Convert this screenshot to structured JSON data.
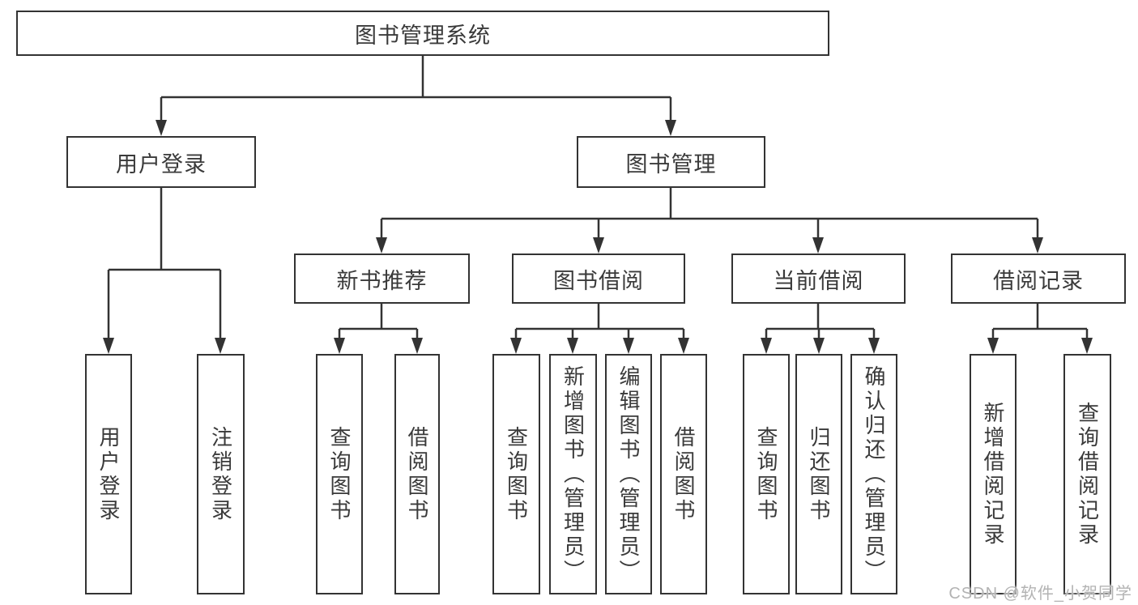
{
  "colors": {
    "line": "#333333",
    "box_border": "#333333",
    "box_fill": "#ffffff",
    "text": "#3a3a3a",
    "background": "#ffffff",
    "watermark": "#b3b3b3"
  },
  "watermark": "CSDN @软件_小贺同学",
  "tree": {
    "label": "图书管理系统",
    "children": [
      {
        "label": "用户登录",
        "children": [
          {
            "label": "用户登录"
          },
          {
            "label": "注销登录"
          }
        ]
      },
      {
        "label": "图书管理",
        "children": [
          {
            "label": "新书推荐",
            "children": [
              {
                "label": "查询图书"
              },
              {
                "label": "借阅图书"
              }
            ]
          },
          {
            "label": "图书借阅",
            "children": [
              {
                "label": "查询图书"
              },
              {
                "label": "新增图书（管理员）"
              },
              {
                "label": "编辑图书（管理员）"
              },
              {
                "label": "借阅图书"
              }
            ]
          },
          {
            "label": "当前借阅",
            "children": [
              {
                "label": "查询图书"
              },
              {
                "label": "归还图书"
              },
              {
                "label": "确认归还（管理员）"
              }
            ]
          },
          {
            "label": "借阅记录",
            "children": [
              {
                "label": "新增借阅记录"
              },
              {
                "label": "查询借阅记录"
              }
            ]
          }
        ]
      }
    ]
  }
}
